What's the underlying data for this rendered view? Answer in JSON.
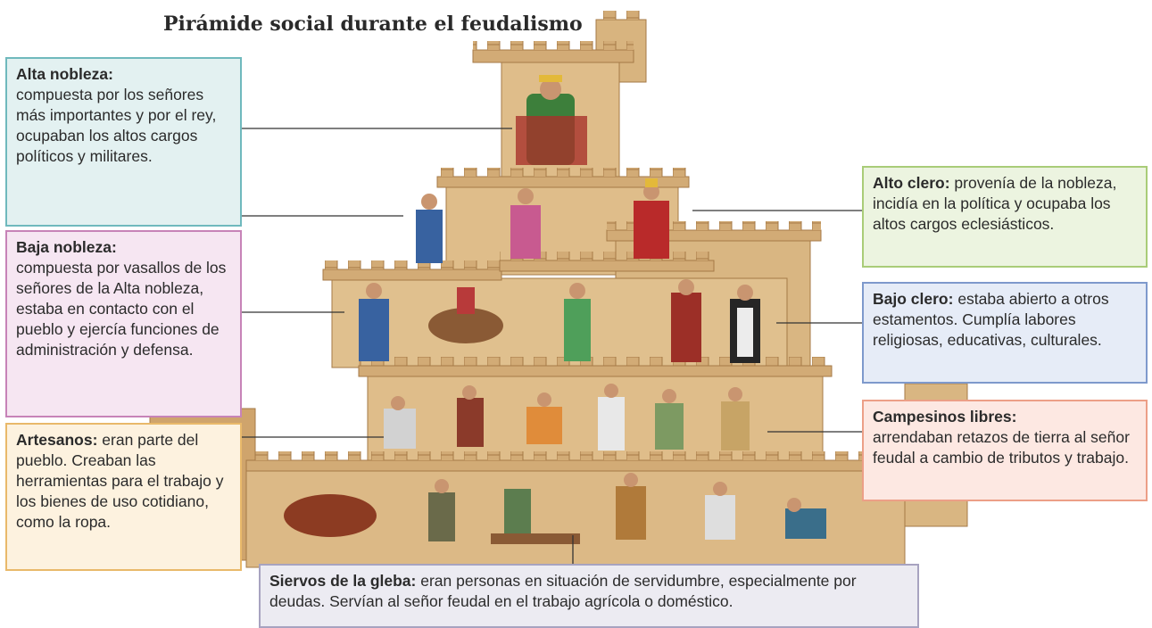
{
  "title": "Pirámide social durante el feudalismo",
  "boxes": {
    "alta_nobleza": {
      "heading": "Alta nobleza:",
      "text": "compuesta por los señores más importantes y por el rey, ocupaban los altos cargos políticos y militares."
    },
    "baja_nobleza": {
      "heading": "Baja nobleza:",
      "text": "compuesta por vasallos de los señores de la Alta nobleza, estaba en contacto con el pueblo y ejercía funciones de administración y defensa."
    },
    "artesanos": {
      "heading": "Artesanos:",
      "text": "eran parte del pueblo. Creaban las herramientas para el trabajo y los bienes de uso cotidiano, como la ropa."
    },
    "alto_clero": {
      "heading": "Alto clero:",
      "text": "provenía de la nobleza, incidía en la política y ocupaba los altos cargos eclesiásticos."
    },
    "bajo_clero": {
      "heading": "Bajo clero:",
      "text": "estaba abierto a otros estamentos. Cumplía labores religiosas, educativas, culturales."
    },
    "campesinos_libres": {
      "heading": "Campesinos libres:",
      "text": "arrendaban retazos de tierra al señor feudal a cambio de tributos y trabajo."
    },
    "siervos": {
      "heading": "Siervos de la gleba:",
      "text": "eran personas en situación de servidumbre, especialmente por deudas. Servían al señor feudal en el trabajo agrícola o doméstico."
    }
  },
  "colors": {
    "stone": "#dcb986",
    "stone_dark": "#b68a55",
    "alta": "#6fb9bd",
    "baja": "#c783b8",
    "artesanos": "#e9b96a",
    "alto_clero": "#a9cc78",
    "bajo_clero": "#7e99cc",
    "campesinos": "#ec9f87",
    "siervos": "#a7a3c0"
  }
}
